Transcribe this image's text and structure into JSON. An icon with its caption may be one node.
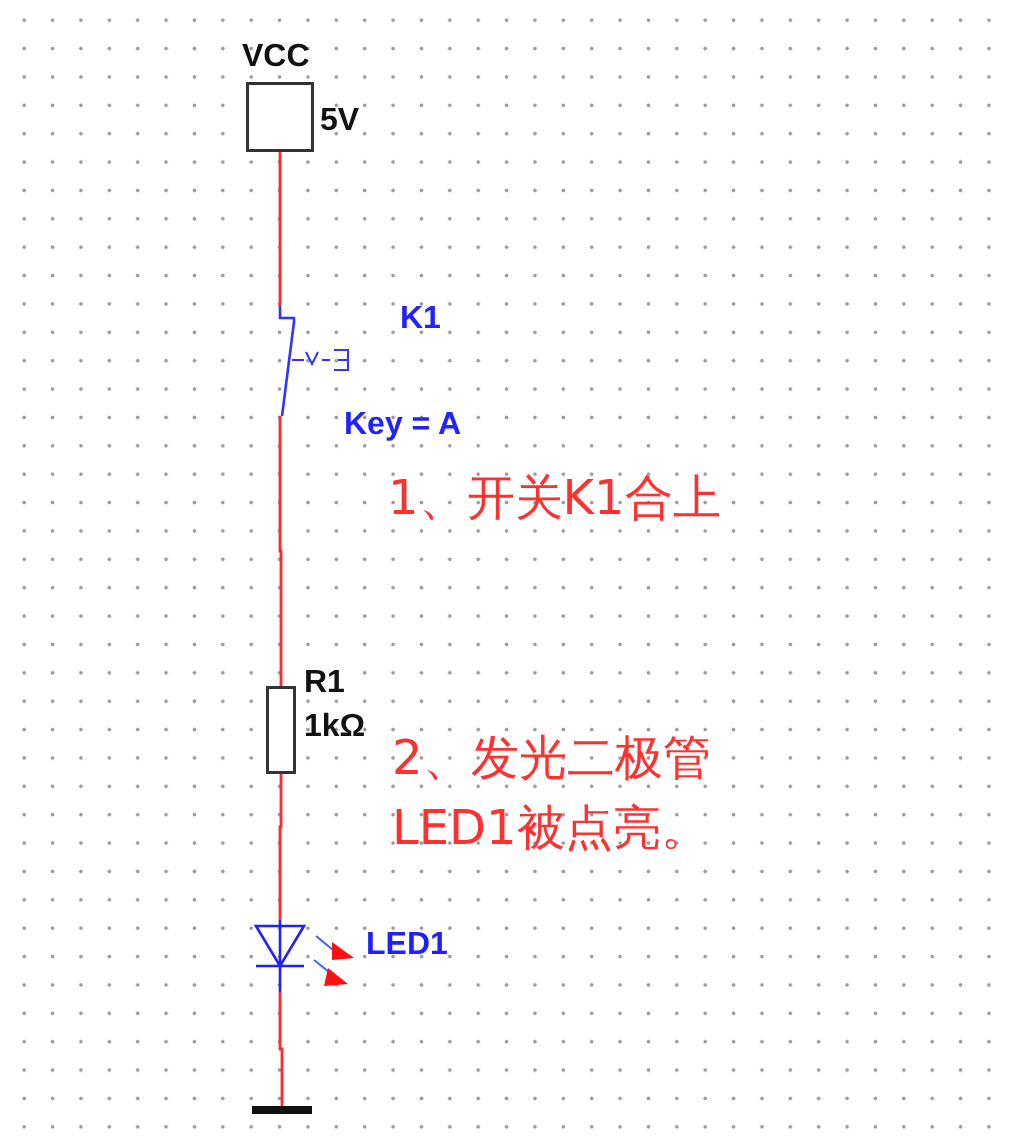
{
  "diagram": {
    "nodes": [
      {
        "text": [],
        "shape": "box",
        "beside": [
          "VCC",
          "5V"
        ]
      },
      {
        "text": [],
        "shape": "picture",
        "beside": [
          "K1",
          "Key = A"
        ]
      },
      {
        "text": [],
        "shape": "box",
        "beside": [
          "R1",
          "1kΩ"
        ]
      },
      {
        "text": [],
        "shape": "picture",
        "beside": [
          "LED1"
        ]
      },
      {
        "text": [],
        "shape": "bar"
      }
    ],
    "edges": [
      {
        "from": 0,
        "to": 1,
        "arrow": "none"
      },
      {
        "from": 1,
        "to": 2,
        "arrow": "none"
      },
      {
        "from": 2,
        "to": 3,
        "arrow": "none"
      },
      {
        "from": 3,
        "to": 4,
        "arrow": "none"
      }
    ],
    "labels": [
      "1、开关K1合上",
      "2、发光二极管LED1被点亮。"
    ]
  }
}
